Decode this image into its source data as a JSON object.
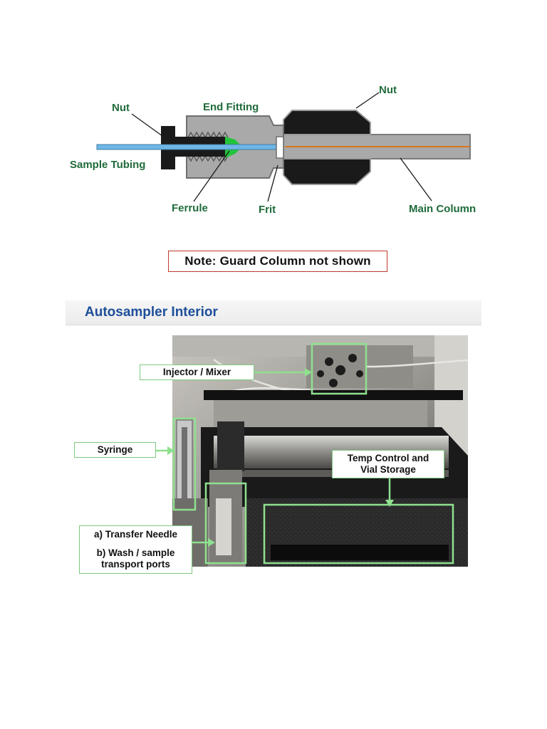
{
  "fitting_diagram": {
    "labels": {
      "nut_left": "Nut",
      "end_fitting": "End Fitting",
      "nut_right": "Nut",
      "sample_tubing": "Sample Tubing",
      "ferrule": "Ferrule",
      "frit": "Frit",
      "main_column": "Main Column"
    },
    "colors": {
      "label_green": "#1f6b3a",
      "fitting_gray": "#a9a9a9",
      "nut_black": "#1a1a1a",
      "ferrule_green": "#22c43a",
      "tubing_blue": "#6fb6e6",
      "column_orange": "#d9761e"
    }
  },
  "note": {
    "text": "Note: Guard Column not shown",
    "border_color": "#c0392b"
  },
  "autosampler": {
    "title": "Autosampler Interior",
    "title_color": "#1d4e9a",
    "callouts": {
      "injector": "Injector / Mixer",
      "syringe": "Syringe",
      "temp_line1": "Temp Control and",
      "temp_line2": "Vial Storage",
      "needle": "a) Transfer Needle",
      "wash_line1": "b) Wash / sample",
      "wash_line2": "transport ports"
    },
    "highlight_color": "#8fe08f"
  }
}
